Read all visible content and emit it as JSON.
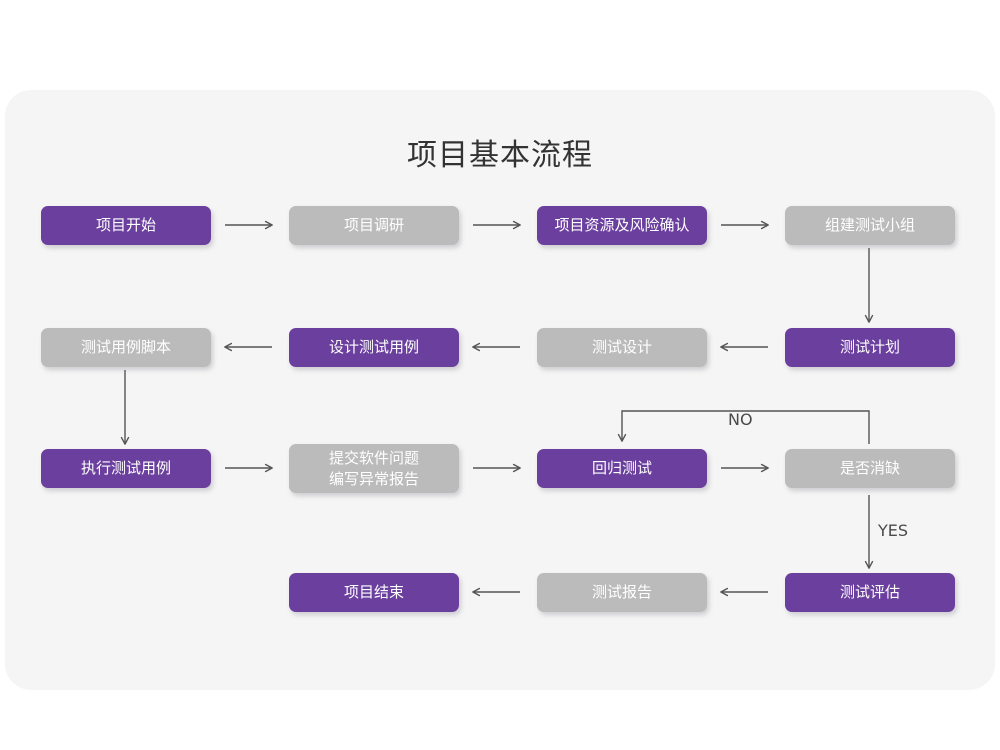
{
  "page": {
    "title": "项目基本流程",
    "background_color": "#ffffff",
    "panel_color": "#f5f5f5",
    "accent_purple": "#6b3f9e",
    "accent_gray": "#bbbbbb",
    "arrow_color": "#555555"
  },
  "nodes": {
    "n1": {
      "label": "项目开始",
      "style": "purple"
    },
    "n2": {
      "label": "项目调研",
      "style": "gray"
    },
    "n3": {
      "label": "项目资源及风险确认",
      "style": "purple"
    },
    "n4": {
      "label": "组建测试小组",
      "style": "gray"
    },
    "n5": {
      "label": "测试用例脚本",
      "style": "gray"
    },
    "n6": {
      "label": "设计测试用例",
      "style": "purple"
    },
    "n7": {
      "label": "测试设计",
      "style": "gray"
    },
    "n8": {
      "label": "测试计划",
      "style": "purple"
    },
    "n9": {
      "label": "执行测试用例",
      "style": "purple"
    },
    "n10": {
      "label_line1": "提交软件问题",
      "label_line2": "编写异常报告",
      "style": "gray"
    },
    "n11": {
      "label": "回归测试",
      "style": "purple"
    },
    "n12": {
      "label": "是否消缺",
      "style": "gray"
    },
    "n13": {
      "label": "项目结束",
      "style": "purple"
    },
    "n14": {
      "label": "测试报告",
      "style": "gray"
    },
    "n15": {
      "label": "测试评估",
      "style": "purple"
    }
  },
  "edge_labels": {
    "no": "NO",
    "yes": "YES"
  },
  "flow": {
    "row1": [
      "项目开始",
      "项目调研",
      "项目资源及风险确认",
      "组建测试小组"
    ],
    "row2": [
      "测试用例脚本",
      "设计测试用例",
      "测试设计",
      "测试计划"
    ],
    "row3": [
      "执行测试用例",
      "提交软件问题 编写异常报告",
      "回归测试",
      "是否消缺"
    ],
    "row4": [
      "项目结束",
      "测试报告",
      "测试评估"
    ]
  }
}
